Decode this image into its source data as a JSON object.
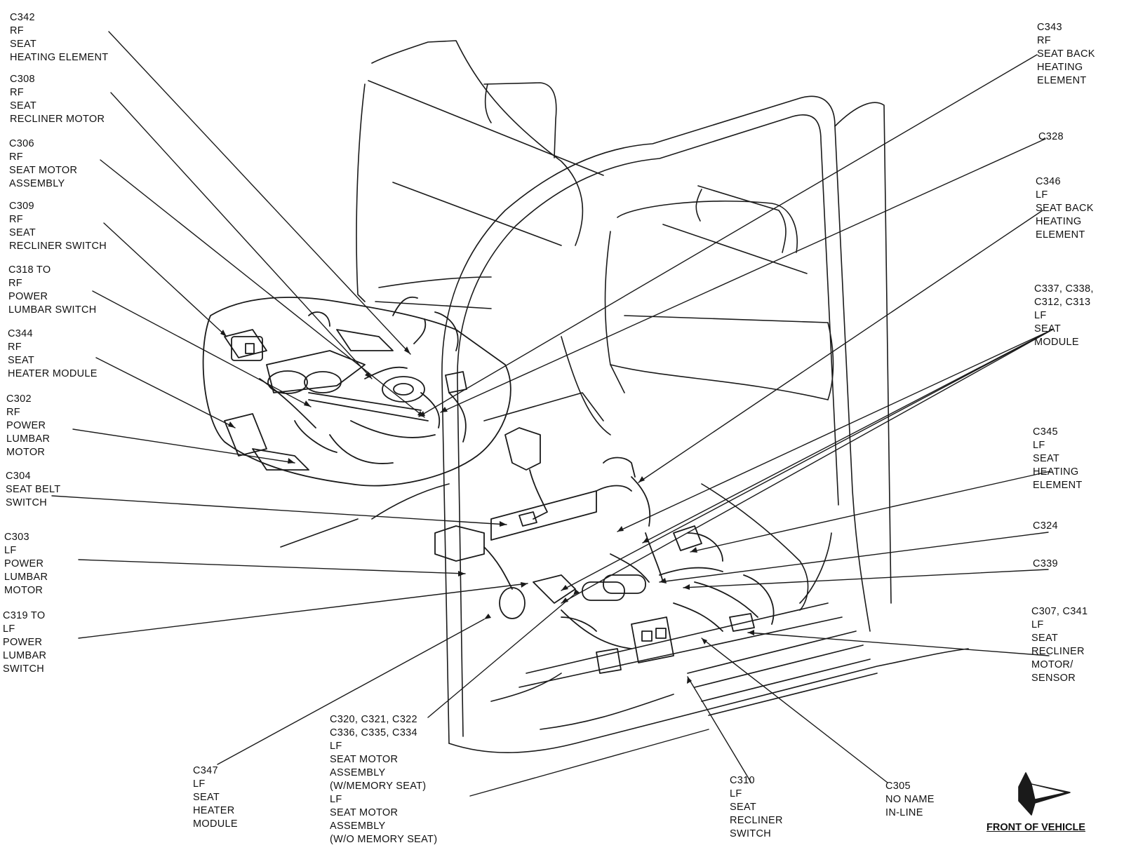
{
  "callouts": [
    {
      "id": "c342",
      "lines": [
        "C342",
        "RF",
        "SEAT",
        "HEATING ELEMENT"
      ]
    },
    {
      "id": "c308",
      "lines": [
        "C308",
        "RF",
        "SEAT",
        "RECLINER MOTOR"
      ]
    },
    {
      "id": "c306",
      "lines": [
        "C306",
        "RF",
        "SEAT MOTOR",
        "ASSEMBLY"
      ]
    },
    {
      "id": "c309",
      "lines": [
        "C309",
        "RF",
        "SEAT",
        "RECLINER SWITCH"
      ]
    },
    {
      "id": "c318",
      "lines": [
        "C318 TO",
        "RF",
        "POWER",
        "LUMBAR SWITCH"
      ]
    },
    {
      "id": "c344",
      "lines": [
        "C344",
        "RF",
        "SEAT",
        "HEATER MODULE"
      ]
    },
    {
      "id": "c302",
      "lines": [
        "C302",
        "RF",
        "POWER",
        "LUMBAR",
        "MOTOR"
      ]
    },
    {
      "id": "c304",
      "lines": [
        "C304",
        "SEAT BELT",
        "SWITCH"
      ]
    },
    {
      "id": "c303",
      "lines": [
        "C303",
        "LF",
        "POWER",
        "LUMBAR",
        "MOTOR"
      ]
    },
    {
      "id": "c319",
      "lines": [
        "C319 TO",
        "LF",
        "POWER",
        "LUMBAR",
        "SWITCH"
      ]
    },
    {
      "id": "c343",
      "lines": [
        "C343",
        "RF",
        "SEAT BACK",
        "HEATING",
        "ELEMENT"
      ]
    },
    {
      "id": "c328",
      "lines": [
        "C328"
      ]
    },
    {
      "id": "c346",
      "lines": [
        "C346",
        "LF",
        "SEAT BACK",
        "HEATING",
        "ELEMENT"
      ]
    },
    {
      "id": "c337",
      "lines": [
        "C337, C338,",
        "C312, C313",
        "LF",
        "SEAT",
        "MODULE"
      ]
    },
    {
      "id": "c345",
      "lines": [
        "C345",
        "LF",
        "SEAT",
        "HEATING",
        "ELEMENT"
      ]
    },
    {
      "id": "c324",
      "lines": [
        "C324"
      ]
    },
    {
      "id": "c339",
      "lines": [
        "C339"
      ]
    },
    {
      "id": "c307",
      "lines": [
        "C307, C341",
        "LF",
        "SEAT",
        "RECLINER",
        "MOTOR/",
        "SENSOR"
      ]
    },
    {
      "id": "c347",
      "lines": [
        "C347",
        "LF",
        "SEAT",
        "HEATER",
        "MODULE"
      ]
    },
    {
      "id": "c320",
      "lines": [
        "C320, C321, C322",
        "C336, C335, C334",
        "LF",
        "SEAT MOTOR",
        "ASSEMBLY",
        "(W/MEMORY SEAT)",
        "LF",
        "SEAT MOTOR",
        "ASSEMBLY",
        "(W/O MEMORY SEAT)"
      ]
    },
    {
      "id": "c310",
      "lines": [
        "C310",
        "LF",
        "SEAT",
        "RECLINER",
        "SWITCH"
      ]
    },
    {
      "id": "c305",
      "lines": [
        "C305",
        "NO NAME",
        "IN-LINE"
      ]
    }
  ],
  "front_label": "FRONT OF VEHICLE"
}
